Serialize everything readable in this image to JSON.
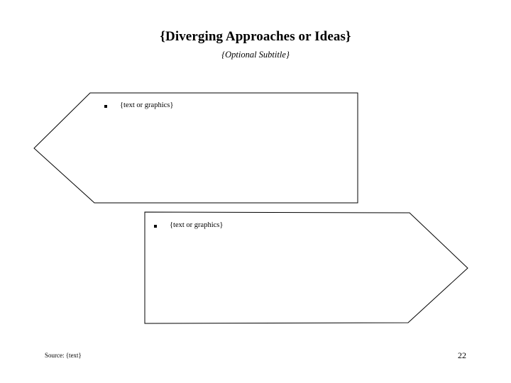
{
  "slide": {
    "title": "{Diverging Approaches or Ideas}",
    "subtitle": "{Optional Subtitle}",
    "background_color": "#ffffff",
    "text_color": "#000000",
    "outline_color": "#000000"
  },
  "shapes": [
    {
      "name": "left-pointing-arrow",
      "direction": "left",
      "bullet_glyph": "square-bullet",
      "body_text": "{text or graphics}"
    },
    {
      "name": "right-pointing-arrow",
      "direction": "right",
      "bullet_glyph": "square-bullet",
      "body_text": "{text or graphics}"
    }
  ],
  "footer": {
    "source": "Source: {text}",
    "page_number": "22"
  }
}
